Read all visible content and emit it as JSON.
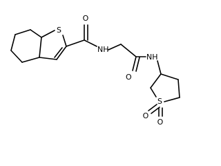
{
  "molecule": {
    "atoms": {
      "ring_sulfur": "S",
      "amide_nitrogen_1": "NH",
      "amide_oxygen_1": "O",
      "amide_oxygen_2": "O",
      "amide_nitrogen_2": "NH",
      "sulfone_sulfur": "S",
      "sulfone_oxygen_1": "O",
      "sulfone_oxygen_2": "O"
    },
    "colors": {
      "bond": "#000000",
      "label": "#000000",
      "background": "#ffffff"
    }
  }
}
